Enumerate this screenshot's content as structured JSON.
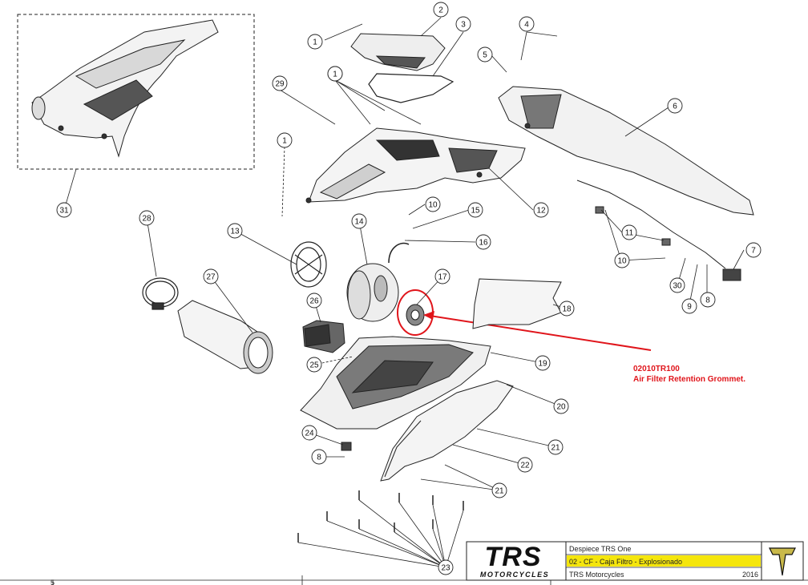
{
  "callouts": [
    "1",
    "2",
    "3",
    "4",
    "5",
    "1",
    "6",
    "29",
    "1",
    "1",
    "31",
    "12",
    "10",
    "15",
    "16",
    "11",
    "7",
    "28",
    "13",
    "14",
    "27",
    "17",
    "26",
    "18",
    "10",
    "30",
    "9",
    "8",
    "25",
    "19",
    "20",
    "21",
    "24",
    "8",
    "22",
    "21",
    "23"
  ],
  "highlight": {
    "part_number": "02010TR100",
    "description": "Air Filter Retention Grommet.",
    "color": "#e0151b"
  },
  "title_block": {
    "logo_main": "TRS",
    "logo_sub": "MOTORCYCLES",
    "document_name": "Despiece TRS One",
    "section": "02 - CF - Caja Filtro - Explosionado",
    "company": "TRS Motorcycles",
    "year": "2016",
    "highlight_color": "#f5e60c",
    "emblem_color": "#c9b94a"
  },
  "frame": {
    "tick_label": "5"
  }
}
